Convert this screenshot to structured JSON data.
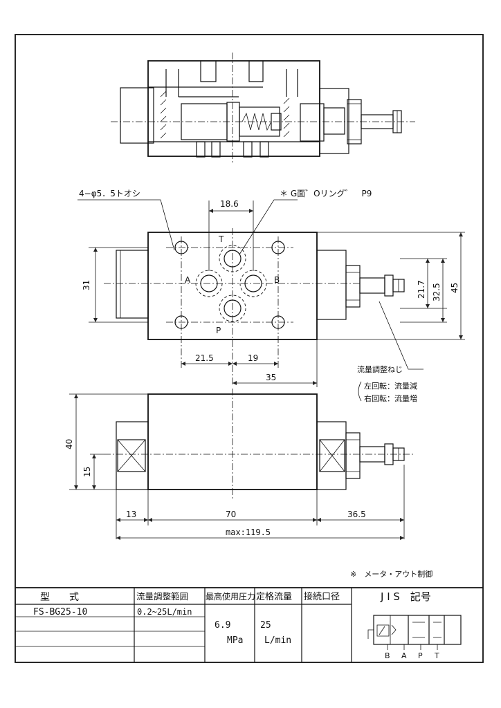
{
  "annotations": {
    "holes": "4−φ5．5トオシ",
    "oring": "＊ G面゛Oリング゛　P9",
    "screw_title": "流量調整ねじ",
    "screw_left": "左回転：流量減",
    "screw_right": "右回転：流量増",
    "note": "※　メータ・アウト制御"
  },
  "ports": {
    "T": "T",
    "A": "A",
    "B": "B",
    "P": "P"
  },
  "dimensions": {
    "d18_6": "18.6",
    "d31": "31",
    "d21_7": "21.7",
    "d32_5": "32.5",
    "d45": "45",
    "d21_5": "21.5",
    "d19": "19",
    "d35": "35",
    "d40": "40",
    "d15": "15",
    "d13": "13",
    "d70": "70",
    "d36_5": "36.5",
    "dmax": "max:119.5"
  },
  "table": {
    "headers": [
      "型　　式",
      "流量調整範囲",
      "最高使用圧力",
      "定格流量",
      "接続口径",
      "J I S　記号"
    ],
    "model": "FS-BG25-10",
    "flow_range": "0.2~25L/min",
    "pressure_value": "6.9",
    "pressure_unit": "MPa",
    "rated_flow_value": "25",
    "rated_flow_unit": "L/min",
    "jis_ports": [
      "B",
      "A",
      "P",
      "T"
    ]
  }
}
